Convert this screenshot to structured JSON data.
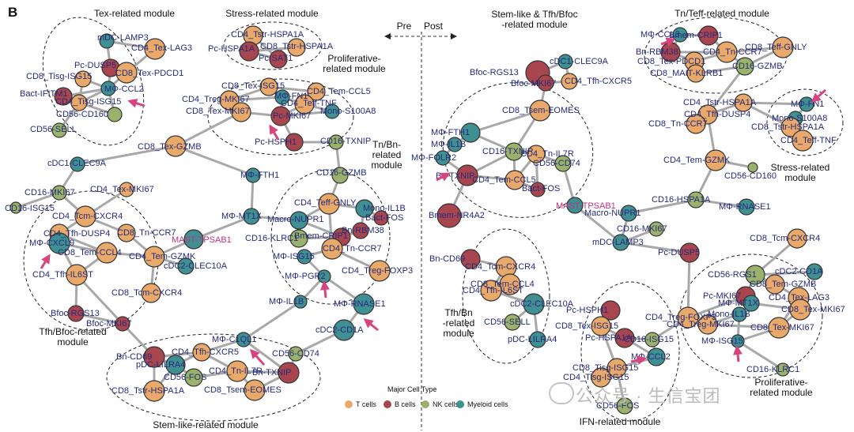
{
  "panel_letter": "B",
  "divider": {
    "pre_label": "Pre",
    "post_label": "Post"
  },
  "legend": {
    "title": "Major Cell Type",
    "items": [
      {
        "label": "T cells",
        "color": "#e8a96a"
      },
      {
        "label": "B cells",
        "color": "#a8464f"
      },
      {
        "label": "NK cells",
        "color": "#9ab26c"
      },
      {
        "label": "Myeloid cells",
        "color": "#3f8f93"
      }
    ]
  },
  "watermark": "公众号 · 生信宝团",
  "colors": {
    "T": "#e8a96a",
    "B": "#a8464f",
    "NK": "#9ab26c",
    "M": "#3f8f93",
    "pink": "#c2307c",
    "arrow": "#d8447d"
  },
  "modules": [
    {
      "id": "pre-tex",
      "title_lines": [
        "Tex-related module"
      ]
    },
    {
      "id": "pre-stress",
      "title_lines": [
        "Stress-related module"
      ]
    },
    {
      "id": "pre-prolif",
      "title_lines": [
        "Proliferative-",
        "related module"
      ]
    },
    {
      "id": "pre-tfh",
      "title_lines": [
        "Tfh/Bfoc-related",
        "module"
      ]
    },
    {
      "id": "pre-tnbn",
      "title_lines": [
        "Tn/Bn-",
        "related",
        "module"
      ]
    },
    {
      "id": "pre-stem",
      "title_lines": [
        "Stem-like-related module"
      ]
    },
    {
      "id": "post-stemtfh",
      "title_lines": [
        "Stem-like & Tfh/Bfoc",
        "-related module"
      ]
    },
    {
      "id": "post-tnteff",
      "title_lines": [
        "Tn/Teff-related module"
      ]
    },
    {
      "id": "post-stress",
      "title_lines": [
        "Stress-related",
        "module"
      ]
    },
    {
      "id": "post-tfhbn",
      "title_lines": [
        "Tfh/Bn",
        "-related",
        "module"
      ]
    },
    {
      "id": "post-ifn",
      "title_lines": [
        "IFN-related module"
      ]
    },
    {
      "id": "post-prolif",
      "title_lines": [
        "Proliferative-",
        "related module"
      ]
    }
  ],
  "nodes": [
    {
      "id": "p1",
      "label": "mDC-LAMP3",
      "type": "M"
    },
    {
      "id": "p2",
      "label": "CD4_Tex-LAG3",
      "type": "T"
    },
    {
      "id": "p3",
      "label": "Pc-DUSP5",
      "type": "B"
    },
    {
      "id": "p4",
      "label": "CD8_Tex-PDCD1",
      "type": "T"
    },
    {
      "id": "p5",
      "label": "CD8_Tisg-ISG15",
      "type": "T"
    },
    {
      "id": "p6",
      "label": "MΦ-CCL2",
      "type": "M"
    },
    {
      "id": "p7",
      "label": "Bact-IFITM1",
      "type": "B"
    },
    {
      "id": "p8",
      "label": "CD4_Tisg-ISG15",
      "type": "T"
    },
    {
      "id": "p9",
      "label": "CD56-CD160",
      "type": "NK"
    },
    {
      "id": "p10",
      "label": "CD56-SELL",
      "type": "NK"
    },
    {
      "id": "p11",
      "label": "CD4_Tstr-HSPA1A",
      "type": "T"
    },
    {
      "id": "p12",
      "label": "Pc-HSPA1A",
      "type": "B"
    },
    {
      "id": "p13",
      "label": "CD8_Tstr-HSPA1A",
      "type": "T"
    },
    {
      "id": "p14",
      "label": "Pc-SAT1",
      "type": "B"
    },
    {
      "id": "p15",
      "label": "CD8_Tex-ISG15",
      "type": "T"
    },
    {
      "id": "p16",
      "label": "CD4_Tem-CCL5",
      "type": "T"
    },
    {
      "id": "p17",
      "label": "CD4_Treg-MKI67",
      "type": "T"
    },
    {
      "id": "p18",
      "label": "MΦ-FN1",
      "type": "M"
    },
    {
      "id": "p19",
      "label": "CD4_Teff-TNF",
      "type": "T"
    },
    {
      "id": "p20",
      "label": "CD8_Tex-MKI67",
      "type": "T"
    },
    {
      "id": "p21",
      "label": "Pc-MKI67",
      "type": "B"
    },
    {
      "id": "p22",
      "label": "Mono-S100A8",
      "type": "M"
    },
    {
      "id": "p23",
      "label": "Pc-HSPH1",
      "type": "B"
    },
    {
      "id": "p24",
      "label": "CD16-TXNIP",
      "type": "NK"
    },
    {
      "id": "p25",
      "label": "CD8_Tex-GZMB",
      "type": "T"
    },
    {
      "id": "p26",
      "label": "cDC1-CLEC9A",
      "type": "M"
    },
    {
      "id": "p27",
      "label": "MΦ-FTH1",
      "type": "M"
    },
    {
      "id": "p28",
      "label": "CD16-GZMB",
      "type": "NK"
    },
    {
      "id": "p29",
      "label": "CD16-MKI67",
      "type": "NK"
    },
    {
      "id": "p30",
      "label": "CD4_Tex-MKI67",
      "type": "T"
    },
    {
      "id": "p31",
      "label": "CD16-ISG15",
      "type": "NK"
    },
    {
      "id": "p32",
      "label": "CD4_Tcm-CXCR4",
      "type": "T"
    },
    {
      "id": "p33",
      "label": "CD4_Tfh-DUSP4",
      "type": "T"
    },
    {
      "id": "p34",
      "label": "CD8_Tn-CCR7",
      "type": "T"
    },
    {
      "id": "p35",
      "label": "MΦ-CXCL9",
      "type": "M"
    },
    {
      "id": "p36",
      "label": "CD8_Tem-CCL4",
      "type": "T"
    },
    {
      "id": "p37",
      "label": "CD4_Tem-GZMK",
      "type": "T"
    },
    {
      "id": "p38",
      "label": "MAST-TPSAB1",
      "type": "M",
      "pink": true
    },
    {
      "id": "p39",
      "label": "MΦ-MT1X",
      "type": "M"
    },
    {
      "id": "p40",
      "label": "cDC2-CLEC10A",
      "type": "M"
    },
    {
      "id": "p41",
      "label": "CD4_Tfh-IL6ST",
      "type": "T"
    },
    {
      "id": "p42",
      "label": "CD8_Tcm-CXCR4",
      "type": "T"
    },
    {
      "id": "p43",
      "label": "Bfoc-RGS13",
      "type": "B"
    },
    {
      "id": "p44",
      "label": "Bfoc-MKI67",
      "type": "B"
    },
    {
      "id": "p45",
      "label": "CD4_Teff-GNLY",
      "type": "T"
    },
    {
      "id": "p46",
      "label": "Mono-IL1B",
      "type": "M"
    },
    {
      "id": "p47",
      "label": "Bact-FOS",
      "type": "B"
    },
    {
      "id": "p48",
      "label": "Macro-NUPR1",
      "type": "M"
    },
    {
      "id": "p49",
      "label": "Bn-RBM38",
      "type": "B"
    },
    {
      "id": "p50",
      "label": "Bmem-CRIP1",
      "type": "B"
    },
    {
      "id": "p51",
      "label": "CD16-KLRC1",
      "type": "NK"
    },
    {
      "id": "p52",
      "label": "CD4_Tn-CCR7",
      "type": "T"
    },
    {
      "id": "p53",
      "label": "MΦ-ISG15",
      "type": "M"
    },
    {
      "id": "p54",
      "label": "CD4_Treg-FOXP3",
      "type": "T"
    },
    {
      "id": "p55",
      "label": "MΦ-PGR2",
      "type": "M"
    },
    {
      "id": "p56",
      "label": "MΦ-IL1B",
      "type": "M"
    },
    {
      "id": "p57",
      "label": "MΦ-RNASE1",
      "type": "M"
    },
    {
      "id": "p58",
      "label": "cDC2-CD1A",
      "type": "M"
    },
    {
      "id": "p59",
      "label": "MΦ-C1QL1",
      "type": "M"
    },
    {
      "id": "p60",
      "label": "Bn-CD69",
      "type": "B"
    },
    {
      "id": "p61",
      "label": "CD4_Tfh-CXCR5",
      "type": "T"
    },
    {
      "id": "p62",
      "label": "pDC-LILRA4",
      "type": "M"
    },
    {
      "id": "p63",
      "label": "CD56-CD74",
      "type": "NK"
    },
    {
      "id": "p64",
      "label": "CD56-FOS",
      "type": "NK"
    },
    {
      "id": "p65",
      "label": "CD4_Tn-IL7R",
      "type": "T"
    },
    {
      "id": "p66",
      "label": "Bn-TXNIP",
      "type": "B"
    },
    {
      "id": "p67",
      "label": "CD8_Tstr-HSPA1A",
      "type": "T"
    },
    {
      "id": "p68",
      "label": "CD8_Tsem-EOMES",
      "type": "T"
    },
    {
      "id": "q1",
      "label": "Bfoc-RGS13",
      "type": "B"
    },
    {
      "id": "q2",
      "label": "cDC1-CLEC9A",
      "type": "M"
    },
    {
      "id": "q3",
      "label": "Bfoc-MKI67",
      "type": "B"
    },
    {
      "id": "q4",
      "label": "CD4_Tfh-CXCR5",
      "type": "T"
    },
    {
      "id": "q5",
      "label": "CD8_Tsem-EOMES",
      "type": "T"
    },
    {
      "id": "q6",
      "label": "MΦ-FTH1",
      "type": "M"
    },
    {
      "id": "q7",
      "label": "MΦ-IL1B",
      "type": "M"
    },
    {
      "id": "q8",
      "label": "CD16-TXNIP",
      "type": "NK"
    },
    {
      "id": "q9",
      "label": "CD4_Tn-IL7R",
      "type": "T"
    },
    {
      "id": "q10",
      "label": "MΦ-FOLR2",
      "type": "M"
    },
    {
      "id": "q11",
      "label": "CD56-CD74",
      "type": "NK"
    },
    {
      "id": "q12",
      "label": "Bn-TXNIP",
      "type": "B"
    },
    {
      "id": "q13",
      "label": "CD4_Tem-CCL5",
      "type": "T"
    },
    {
      "id": "q14",
      "label": "Bact-FOS",
      "type": "B"
    },
    {
      "id": "q15",
      "label": "Bmem-NR4A2",
      "type": "B"
    },
    {
      "id": "q16",
      "label": "MAST-TPSAB1",
      "type": "M",
      "pink": true
    },
    {
      "id": "q17",
      "label": "MΦ-CCL3",
      "type": "M"
    },
    {
      "id": "q18",
      "label": "Bmem-CRIP1",
      "type": "B"
    },
    {
      "id": "q19",
      "label": "Bn-RBM38",
      "type": "B"
    },
    {
      "id": "q20",
      "label": "CD4_Tn-CCR7",
      "type": "T"
    },
    {
      "id": "q21",
      "label": "CD8_Teff-GNLY",
      "type": "T"
    },
    {
      "id": "q22",
      "label": "CD8_Tex-PDCD1",
      "type": "T"
    },
    {
      "id": "q23",
      "label": "CD8_MAIT-KLRB1",
      "type": "T"
    },
    {
      "id": "q24",
      "label": "CD16-GZMB",
      "type": "NK"
    },
    {
      "id": "q25",
      "label": "CD4_Tstr-HSPA1A",
      "type": "T"
    },
    {
      "id": "q26",
      "label": "MΦ-FN1",
      "type": "M"
    },
    {
      "id": "q27",
      "label": "CD4_Tfh-DUSP4",
      "type": "T"
    },
    {
      "id": "q28",
      "label": "CD8_Tn-CCR7",
      "type": "T"
    },
    {
      "id": "q29",
      "label": "Mono-S100A8",
      "type": "M"
    },
    {
      "id": "q30",
      "label": "CD8_Tstr-HSPA1A",
      "type": "T"
    },
    {
      "id": "q31",
      "label": "CD4_Teff-TNF",
      "type": "T"
    },
    {
      "id": "q32",
      "label": "CD4_Tem-GZMK",
      "type": "T"
    },
    {
      "id": "q33",
      "label": "CD56-CD160",
      "type": "NK"
    },
    {
      "id": "q34",
      "label": "CD16-HSPA1A",
      "type": "NK"
    },
    {
      "id": "q35",
      "label": "MΦ-RNASE1",
      "type": "M"
    },
    {
      "id": "q36",
      "label": "Macro-NUPR1",
      "type": "M"
    },
    {
      "id": "q37",
      "label": "CD16-MKI67",
      "type": "NK"
    },
    {
      "id": "q38",
      "label": "mDC-LAMP3",
      "type": "M"
    },
    {
      "id": "q39",
      "label": "CD8_Tcm-CXCR4",
      "type": "T"
    },
    {
      "id": "q40",
      "label": "Pc-DUSP5",
      "type": "B"
    },
    {
      "id": "q41",
      "label": "Bn-CD69",
      "type": "B"
    },
    {
      "id": "q42",
      "label": "CD4_Tcm-CXCR4",
      "type": "T"
    },
    {
      "id": "q43",
      "label": "CD8_Tem-CCL4",
      "type": "T"
    },
    {
      "id": "q44",
      "label": "CD4_Tfh-IL6ST",
      "type": "T"
    },
    {
      "id": "q45",
      "label": "cDC2-CLEC10A",
      "type": "M"
    },
    {
      "id": "q46",
      "label": "CD56-SELL",
      "type": "NK"
    },
    {
      "id": "q47",
      "label": "pDC-LILRA4",
      "type": "M"
    },
    {
      "id": "q48",
      "label": "cDC2-CD1A",
      "type": "M"
    },
    {
      "id": "q49",
      "label": "CD56-RGS1",
      "type": "NK"
    },
    {
      "id": "q50",
      "label": "CD8_Tem-GZMB",
      "type": "T"
    },
    {
      "id": "q51",
      "label": "Pc-MKI67",
      "type": "B"
    },
    {
      "id": "q52",
      "label": "CD4_Tex-LAG3",
      "type": "T"
    },
    {
      "id": "q53",
      "label": "MΦ-MT1X",
      "type": "M"
    },
    {
      "id": "q54",
      "label": "CD8_Tex-MKI67",
      "type": "T"
    },
    {
      "id": "q55",
      "label": "Mono-IL1B",
      "type": "M"
    },
    {
      "id": "q56",
      "label": "CD4_Treg-FOXP3",
      "type": "T"
    },
    {
      "id": "q57",
      "label": "CD4_Treg-MKI67",
      "type": "T"
    },
    {
      "id": "q58",
      "label": "CD8_Tex-MKI67",
      "type": "T"
    },
    {
      "id": "q59",
      "label": "MΦ-ISG15",
      "type": "M"
    },
    {
      "id": "q60",
      "label": "CD16-KLRC1",
      "type": "NK"
    },
    {
      "id": "q61",
      "label": "Pc-HSPH1",
      "type": "B"
    },
    {
      "id": "q62",
      "label": "CD8_Tex-ISG15",
      "type": "T"
    },
    {
      "id": "q63",
      "label": "Pc-HSPA1A",
      "type": "B"
    },
    {
      "id": "q64",
      "label": "CD16-ISG15",
      "type": "NK"
    },
    {
      "id": "q65",
      "label": "MΦ-CCL2",
      "type": "M"
    },
    {
      "id": "q66",
      "label": "CD8_Tisg-ISG15",
      "type": "T"
    },
    {
      "id": "q67",
      "label": "CD4_Tisg-ISG15",
      "type": "T"
    },
    {
      "id": "q68",
      "label": "CD56-FOS",
      "type": "NK"
    }
  ]
}
